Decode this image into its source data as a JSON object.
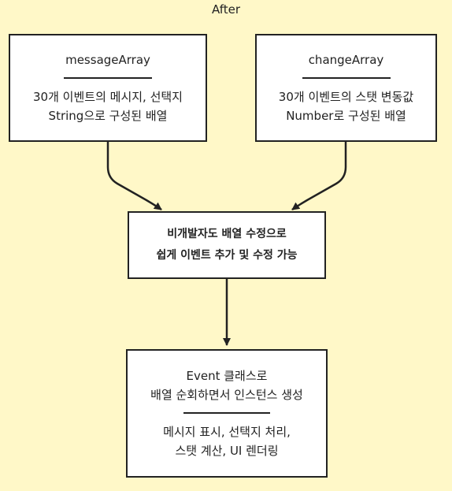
{
  "diagram": {
    "title": "After",
    "nodes": {
      "message_array": {
        "heading": "messageArray",
        "lines": [
          "30개 이벤트의 메시지, 선택지",
          "String으로 구성된 배열"
        ]
      },
      "change_array": {
        "heading": "changeArray",
        "lines": [
          "30개 이벤트의 스탯 변동값",
          "Number로 구성된 배열"
        ]
      },
      "middle": {
        "lines": [
          "비개발자도 배열 수정으로",
          "쉽게 이벤트 추가 및 수정 가능"
        ]
      },
      "event_class": {
        "top_lines": [
          "Event 클래스로",
          "배열 순회하면서 인스턴스 생성"
        ],
        "bottom_lines": [
          "메시지 표시, 선택지 처리,",
          "스탯 계산, UI 렌더링"
        ]
      }
    }
  },
  "colors": {
    "background": "#fff8c8",
    "box_fill": "#ffffff",
    "stroke": "#222222"
  }
}
